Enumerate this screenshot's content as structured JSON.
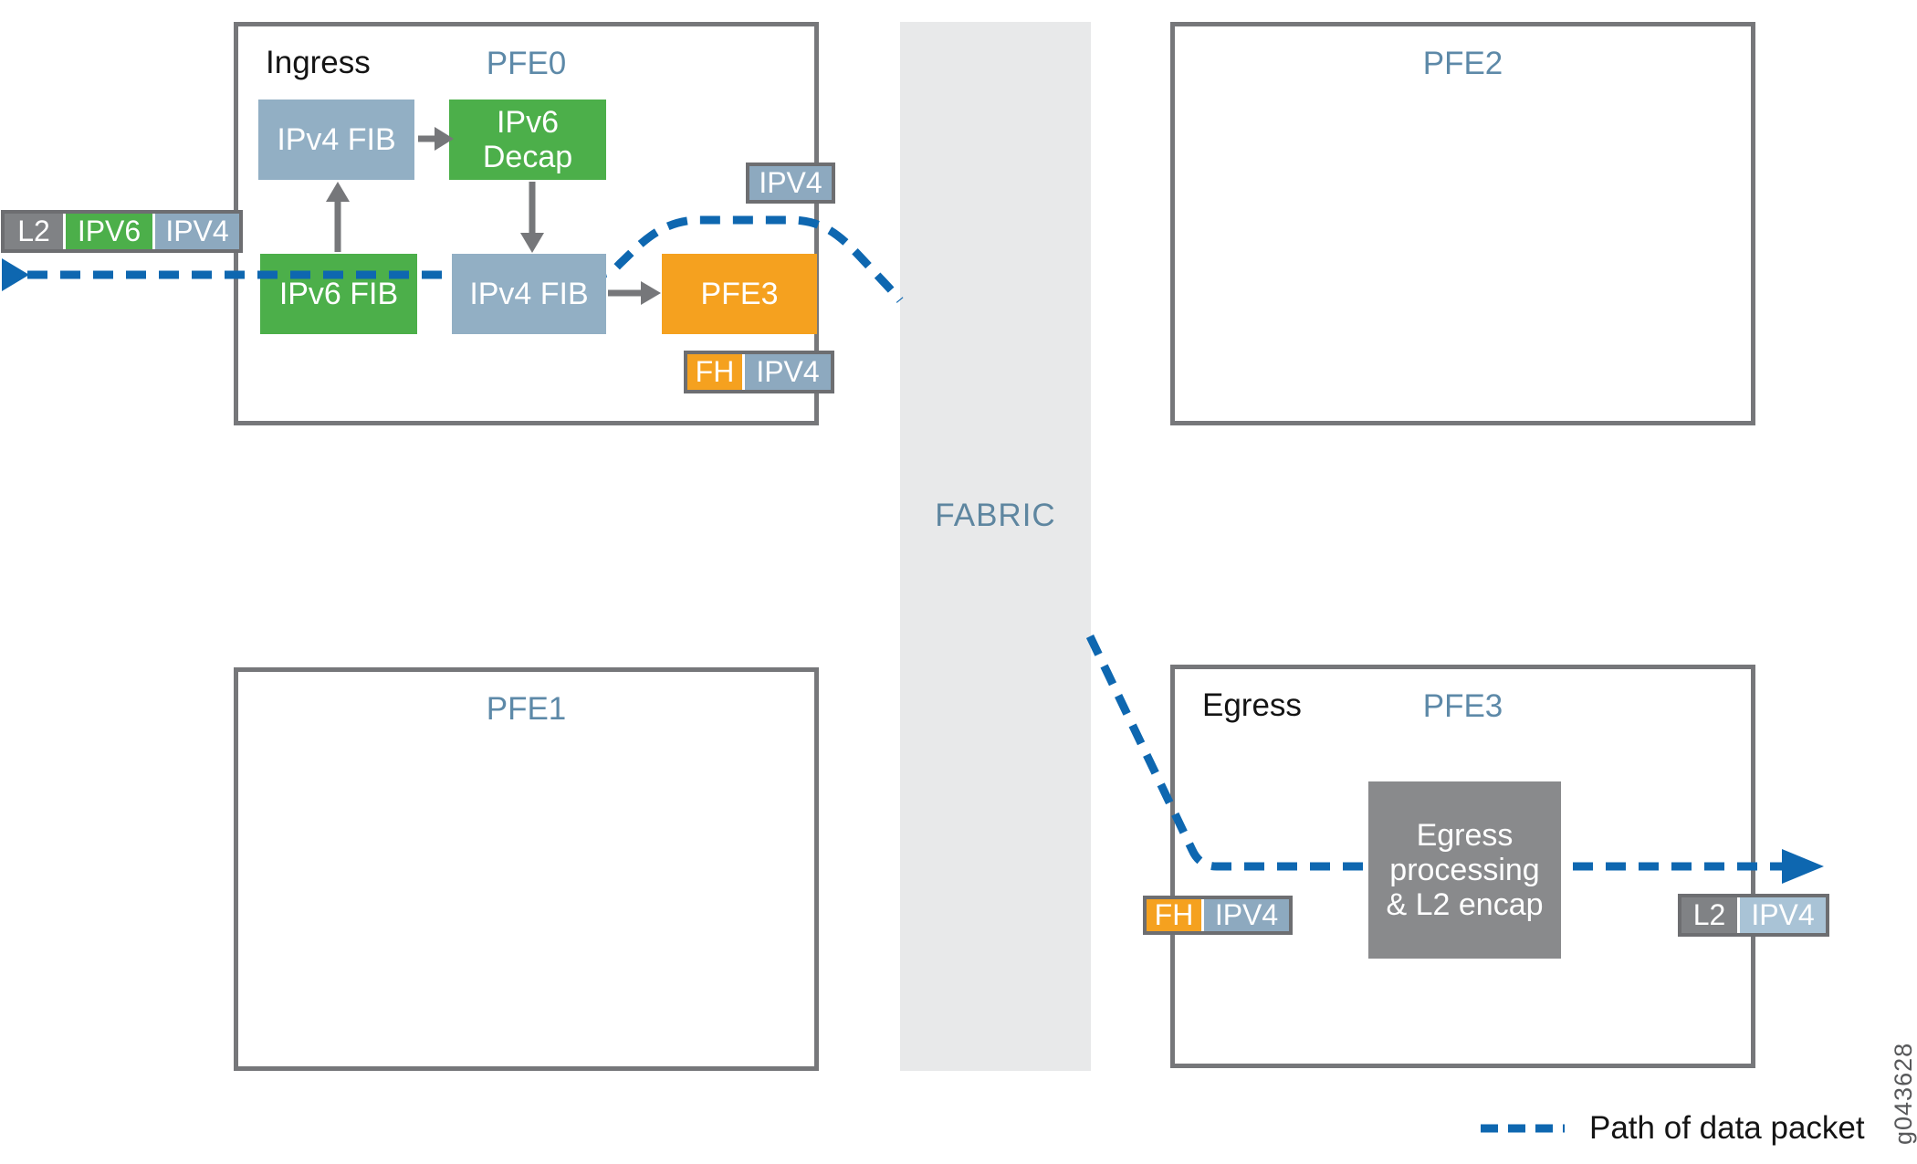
{
  "palette": {
    "green": "#4caf4a",
    "steel_fill": "#92afc4",
    "steel_label": "#8da9bf",
    "steel_label_light": "#a9c3d6",
    "orange": "#f5a11f",
    "segment_gray": "#808285",
    "box_border_gray": "#76777a",
    "label_border_gray": "#6d6e71",
    "dark_process_box": "#898a8c",
    "path_blue": "#0e67b0",
    "title_blue": "#5d89a8",
    "fabric_background": "#e8e9ea",
    "fabric_text": "#5e86a0"
  },
  "fabric": {
    "label": "FABRIC"
  },
  "pfes": {
    "pfe0": {
      "zone": "Ingress",
      "title": "PFE0"
    },
    "pfe1": {
      "title": "PFE1"
    },
    "pfe2": {
      "title": "PFE2"
    },
    "pfe3": {
      "zone": "Egress",
      "title": "PFE3"
    }
  },
  "nodes": {
    "ipv4_fib_top": "IPv4 FIB",
    "ipv6_decap_line1": "IPv6",
    "ipv6_decap_line2": "Decap",
    "ipv6_fib": "IPv6 FIB",
    "ipv4_fib_bottom": "IPv4 FIB",
    "pfe3_target": "PFE3",
    "egress_processing_line1": "Egress",
    "egress_processing_line2": "processing",
    "egress_processing_line3": "& L2 encap"
  },
  "packet_labels": {
    "ingress_in": {
      "l2": "L2",
      "ipv6": "IPV6",
      "ipv4": "IPV4"
    },
    "post_decap": {
      "ipv4": "IPV4"
    },
    "to_fabric": {
      "fh": "FH",
      "ipv4": "IPV4"
    },
    "from_fabric": {
      "fh": "FH",
      "ipv4": "IPV4"
    },
    "egress_out": {
      "l2": "L2",
      "ipv4": "IPV4"
    }
  },
  "legend": {
    "path_label": "Path of data packet"
  },
  "figure": {
    "id_label": "g043628"
  }
}
